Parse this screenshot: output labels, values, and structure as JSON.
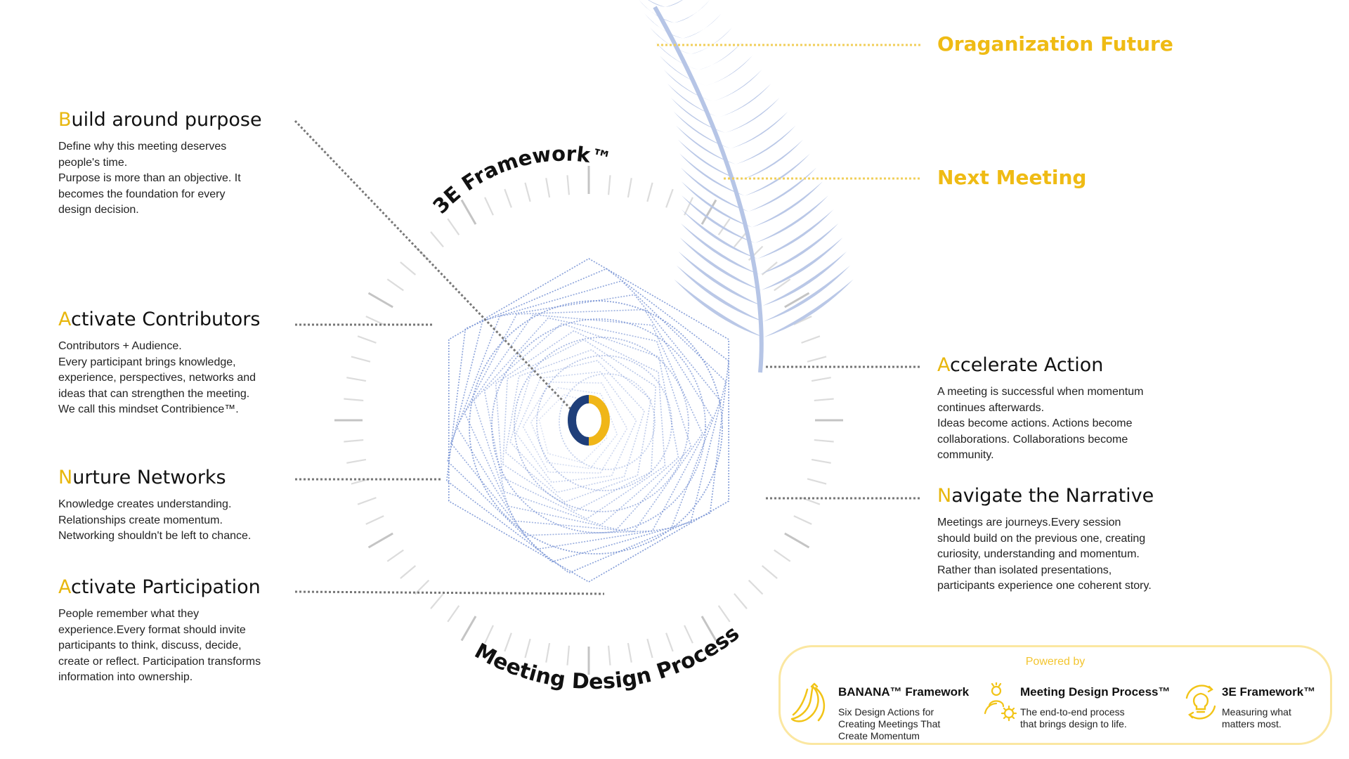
{
  "left_sections": [
    {
      "initial": "B",
      "rest": "uild around purpose",
      "lines": [
        "Define why this meeting deserves",
        "people's time.",
        "Purpose is more than an objective. It",
        "becomes the foundation for every",
        "design decision."
      ]
    },
    {
      "initial": "A",
      "rest": "ctivate Contributors",
      "lines": [
        "Contributors + Audience.",
        "Every participant brings knowledge,",
        "experience, perspectives, networks and",
        "ideas that can strengthen the meeting.",
        "We call this mindset Contribience™."
      ]
    },
    {
      "initial": "N",
      "rest": "urture Networks",
      "lines": [
        "Knowledge creates understanding.",
        "Relationships create momentum.",
        "Networking shouldn't be left to chance."
      ]
    },
    {
      "initial": "A",
      "rest": "ctivate Participation",
      "lines": [
        "People remember what they",
        "experience.Every format should invite",
        "participants to think, discuss, decide,",
        "create or reflect. Participation transforms",
        "information into ownership."
      ]
    }
  ],
  "right_sections": [
    {
      "initial": "A",
      "rest": "ccelerate Action",
      "lines": [
        "A meeting is successful when momentum",
        "continues afterwards.",
        "Ideas become actions.  Actions become",
        "collaborations.  Collaborations become",
        "community."
      ]
    },
    {
      "initial": "N",
      "rest": "avigate the Narrative",
      "lines": [
        "Meetings  are journeys.Every session",
        "should build on the previous one, creating",
        "curiosity, understanding and momentum.",
        "Rather than isolated presentations,",
        "participants experience one coherent story."
      ]
    }
  ],
  "top_labels": {
    "future": "Oraganization Future",
    "next": "Next Meeting"
  },
  "diagram": {
    "arc_top": "3E Framework™",
    "arc_bottom": "Meeting Design Process™",
    "center_logo": "O",
    "icons": {
      "plant": "fern-leaf-icon",
      "center": "logo-ring-icon"
    }
  },
  "powered": {
    "title": "Powered by",
    "cards": [
      {
        "title": "BANANA™  Framework",
        "lines": [
          "Six Design Actions for",
          "Creating Meetings That",
          "Create Momentum"
        ],
        "icon": "banana-icon"
      },
      {
        "title": "Meeting Design Process™",
        "lines": [
          "The end-to-end process",
          "that brings design to life."
        ],
        "icon": "person-gear-icon"
      },
      {
        "title": "3E Framework™",
        "lines": [
          "Measuring what",
          "matters  most."
        ],
        "icon": "lightbulb-cycle-icon"
      }
    ]
  },
  "colors": {
    "accent": "#efbb14",
    "spiral": "#6f8cd1",
    "fern": "#b6c5e6",
    "tick": "#c9c9c9",
    "connector": "#7a7a7a"
  }
}
